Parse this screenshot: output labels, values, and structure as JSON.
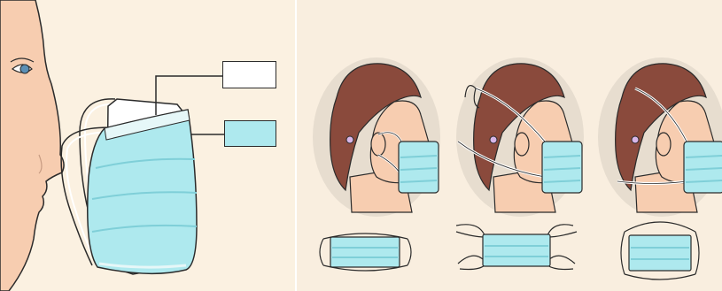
{
  "title": "",
  "callouts": {
    "outer_label": "",
    "inner_label": ""
  },
  "colors": {
    "mask": "#aee9ee",
    "mask_pleat": "#7fcfd8",
    "mask_edge": "#e6f7f8",
    "skin": "#f7cdb0",
    "hair": "#8a4a3c",
    "background": "#fbf1e1",
    "outline": "#2b2b2b"
  },
  "panels": [
    {
      "id": "side-view",
      "content": "mask-layer-diagram"
    },
    {
      "id": "earloop",
      "content": "ear-loop-mask"
    },
    {
      "id": "tie-on",
      "content": "tie-on-mask"
    },
    {
      "id": "headband",
      "content": "headband-mask"
    }
  ]
}
